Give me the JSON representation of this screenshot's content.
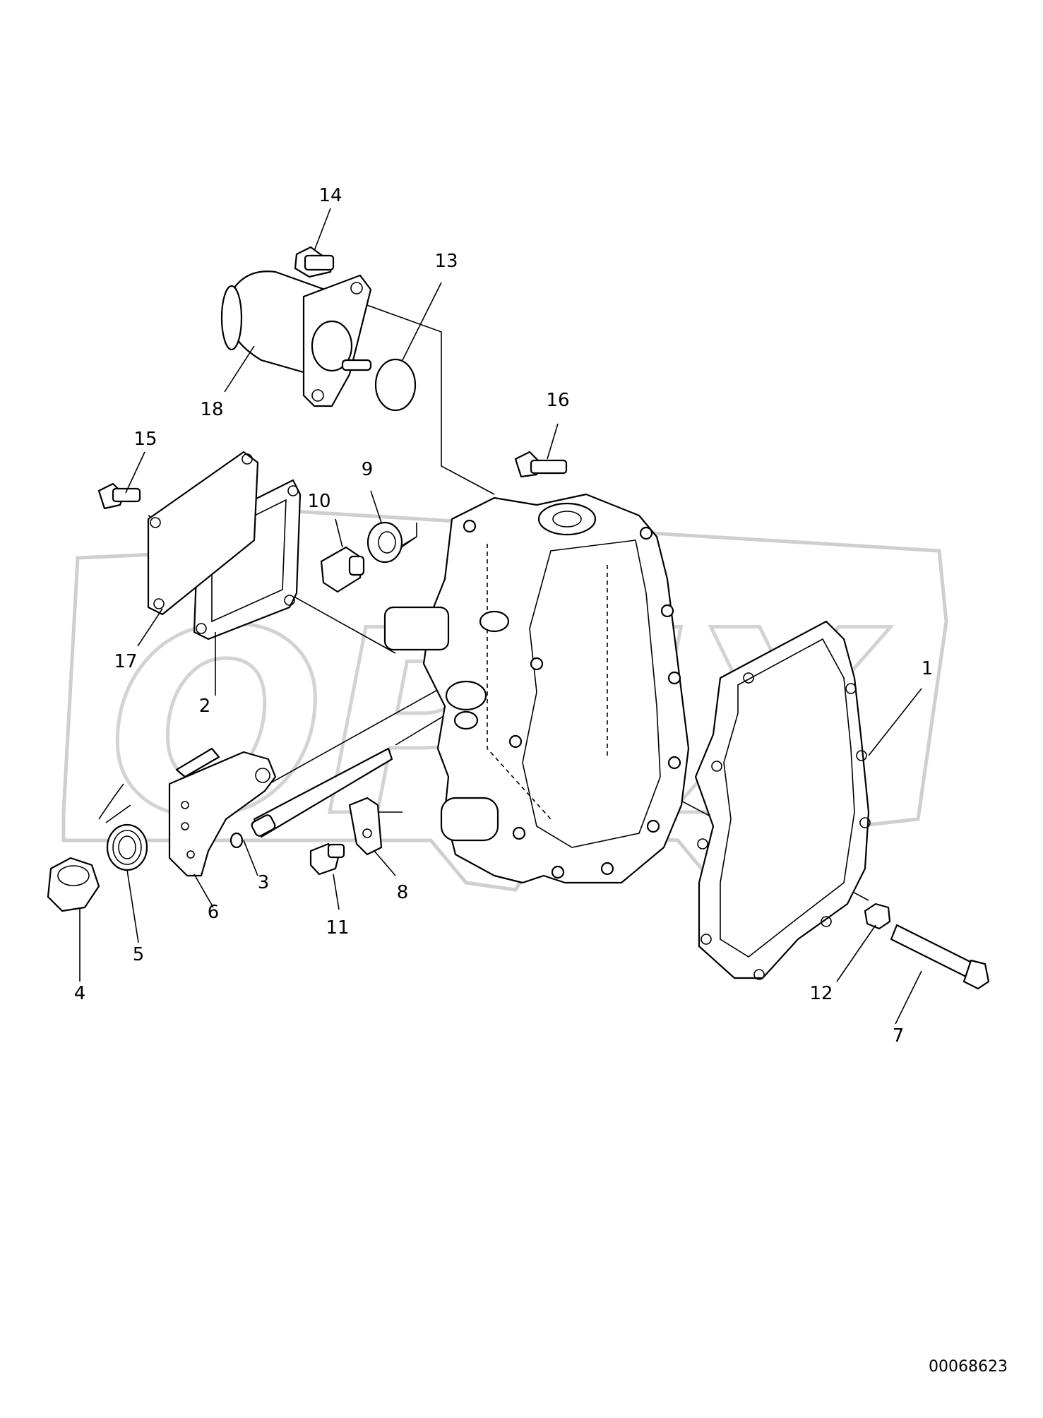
{
  "watermark": "OPEX",
  "document_id": "00068623",
  "callouts": {
    "c1": "1",
    "c2": "2",
    "c3": "3",
    "c4": "4",
    "c5": "5",
    "c6": "6",
    "c7": "7",
    "c8": "8",
    "c9": "9",
    "c10": "10",
    "c11": "11",
    "c12": "12",
    "c13": "13",
    "c14": "14",
    "c15": "15",
    "c16": "16",
    "c17": "17",
    "c18": "18"
  },
  "colors": {
    "line": "#000000",
    "watermark": "#cfcfcf",
    "background": "#ffffff"
  }
}
